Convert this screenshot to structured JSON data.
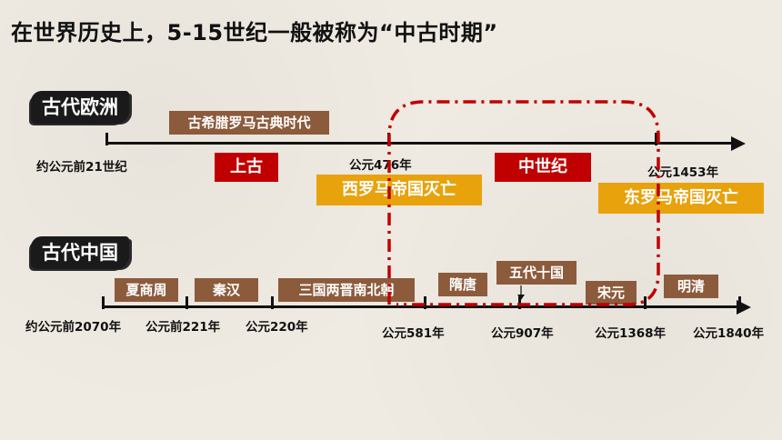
{
  "title": "在世界历史上，5-15世纪一般被称为“中古时期”",
  "europe": {
    "label": "古代欧洲",
    "classical_era": "古希腊罗马古典时代",
    "start_date": "约公元前21世纪",
    "date_476": "公元476年",
    "date_1453": "公元1453年",
    "ancient": "上古",
    "middle_ages": "中世纪",
    "west_rome_fall": "西罗马帝国灭亡",
    "east_rome_fall": "东罗马帝国灭亡"
  },
  "china": {
    "label": "古代中国",
    "periods": {
      "xia_shang_zhou": "夏商周",
      "qin_han": "秦汉",
      "three_kingdoms": "三国两晋南北朝",
      "sui_tang": "隋唐",
      "five_dynasties": "五代十国",
      "song_yuan": "宋元",
      "ming_qing": "明清"
    },
    "dates": {
      "d1": "约公元前2070年",
      "d2": "公元前221年",
      "d3": "公元220年",
      "d4": "公元581年",
      "d5": "公元907年",
      "d6": "公元1368年",
      "d7": "公元1840年"
    }
  },
  "colors": {
    "brown": "#8c5b3c",
    "red": "#c00000",
    "gold": "#e8a20c",
    "dashed_frame": "#c00000"
  }
}
